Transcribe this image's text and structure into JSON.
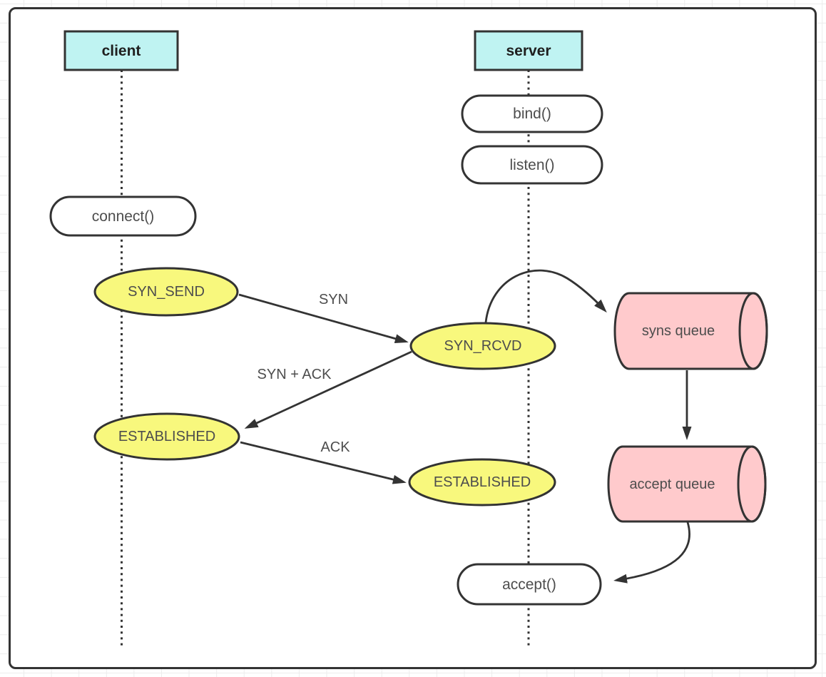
{
  "diagram": {
    "actors": [
      {
        "id": "client",
        "label": "client"
      },
      {
        "id": "server",
        "label": "server"
      }
    ],
    "calls": [
      {
        "id": "bind",
        "label": "bind()"
      },
      {
        "id": "listen",
        "label": "listen()"
      },
      {
        "id": "connect",
        "label": "connect()"
      },
      {
        "id": "accept",
        "label": "accept()"
      }
    ],
    "states": [
      {
        "id": "syn_send",
        "label": "SYN_SEND",
        "actor": "client"
      },
      {
        "id": "syn_rcvd",
        "label": "SYN_RCVD",
        "actor": "server"
      },
      {
        "id": "established_client",
        "label": "ESTABLISHED",
        "actor": "client"
      },
      {
        "id": "established_server",
        "label": "ESTABLISHED",
        "actor": "server"
      }
    ],
    "queues": [
      {
        "id": "syns_queue",
        "label": "syns queue"
      },
      {
        "id": "accept_queue",
        "label": "accept queue"
      }
    ],
    "messages": [
      {
        "id": "syn",
        "label": "SYN"
      },
      {
        "id": "syn_ack",
        "label": "SYN + ACK"
      },
      {
        "id": "ack",
        "label": "ACK"
      }
    ],
    "colors": {
      "actor_fill": "#bff3f2",
      "state_fill": "#f8f87d",
      "queue_fill": "#ffcacc",
      "call_fill": "#ffffff",
      "stroke": "#333333",
      "text": "#4d4d4d",
      "grid": "#ececec"
    }
  }
}
